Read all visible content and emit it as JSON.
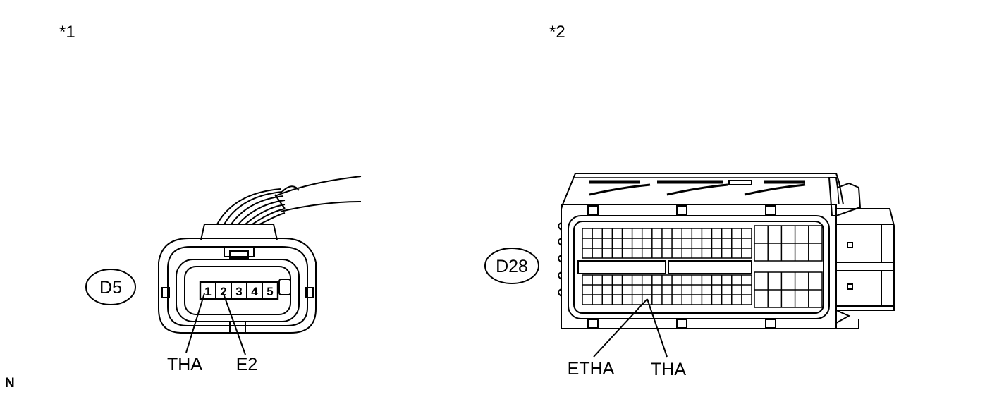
{
  "view1": {
    "marker": "*1",
    "connector_id": "D5",
    "pins": [
      "1",
      "2",
      "3",
      "4",
      "5"
    ],
    "callouts": [
      "THA",
      "E2"
    ]
  },
  "view2": {
    "marker": "*2",
    "connector_id": "D28",
    "callouts": [
      "ETHA",
      "THA"
    ]
  },
  "corner_mark": "N",
  "colors": {
    "line": "#000000",
    "background": "#ffffff"
  }
}
